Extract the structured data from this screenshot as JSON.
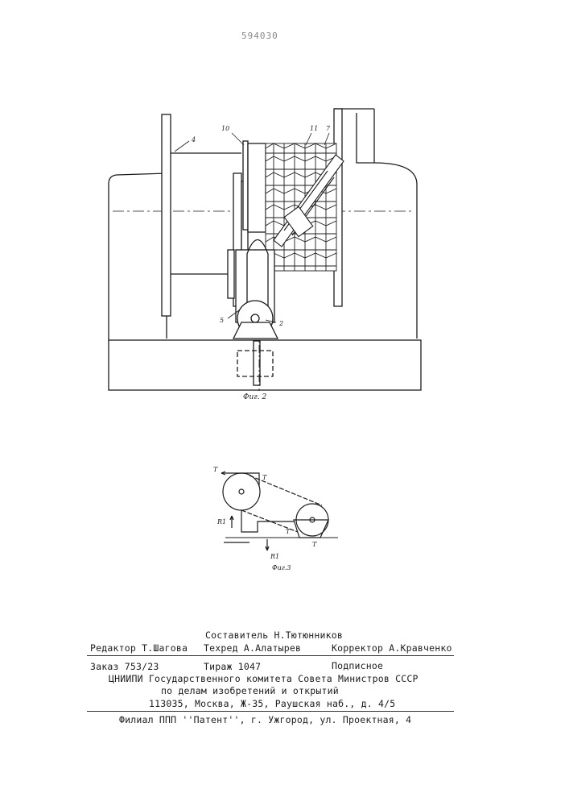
{
  "header": {
    "patent_number": "594030"
  },
  "figure2": {
    "caption": "Фиг. 2",
    "labels": {
      "l4": "4",
      "l10": "10",
      "l11": "11",
      "l7": "7",
      "l5": "5",
      "l2": "2"
    }
  },
  "figure3": {
    "caption": "Фиг.3",
    "labels": {
      "t1": "T",
      "t2": "T",
      "t3": "T",
      "t4": "T",
      "r1": "R1",
      "r2": "R1"
    }
  },
  "imprint": {
    "compiler": "Составитель Н.Тютюнников",
    "editor": "Редактор Т.Шагова",
    "techred": "Техред А.Алатырев",
    "corrector": "Корректор  А.Кравченко",
    "order": "Заказ 753/23",
    "circulation": "Тираж 1047",
    "subscription": "Подписное",
    "org_line1": "ЦНИИПИ Государственного комитета Совета Министров СССР",
    "org_line2": "по делам изобретений и открытий",
    "address": "113035, Москва, Ж-35, Раушская наб., д. 4/5",
    "branch": "Филиал ППП ''Патент'', г. Ужгород, ул. Проектная, 4"
  }
}
